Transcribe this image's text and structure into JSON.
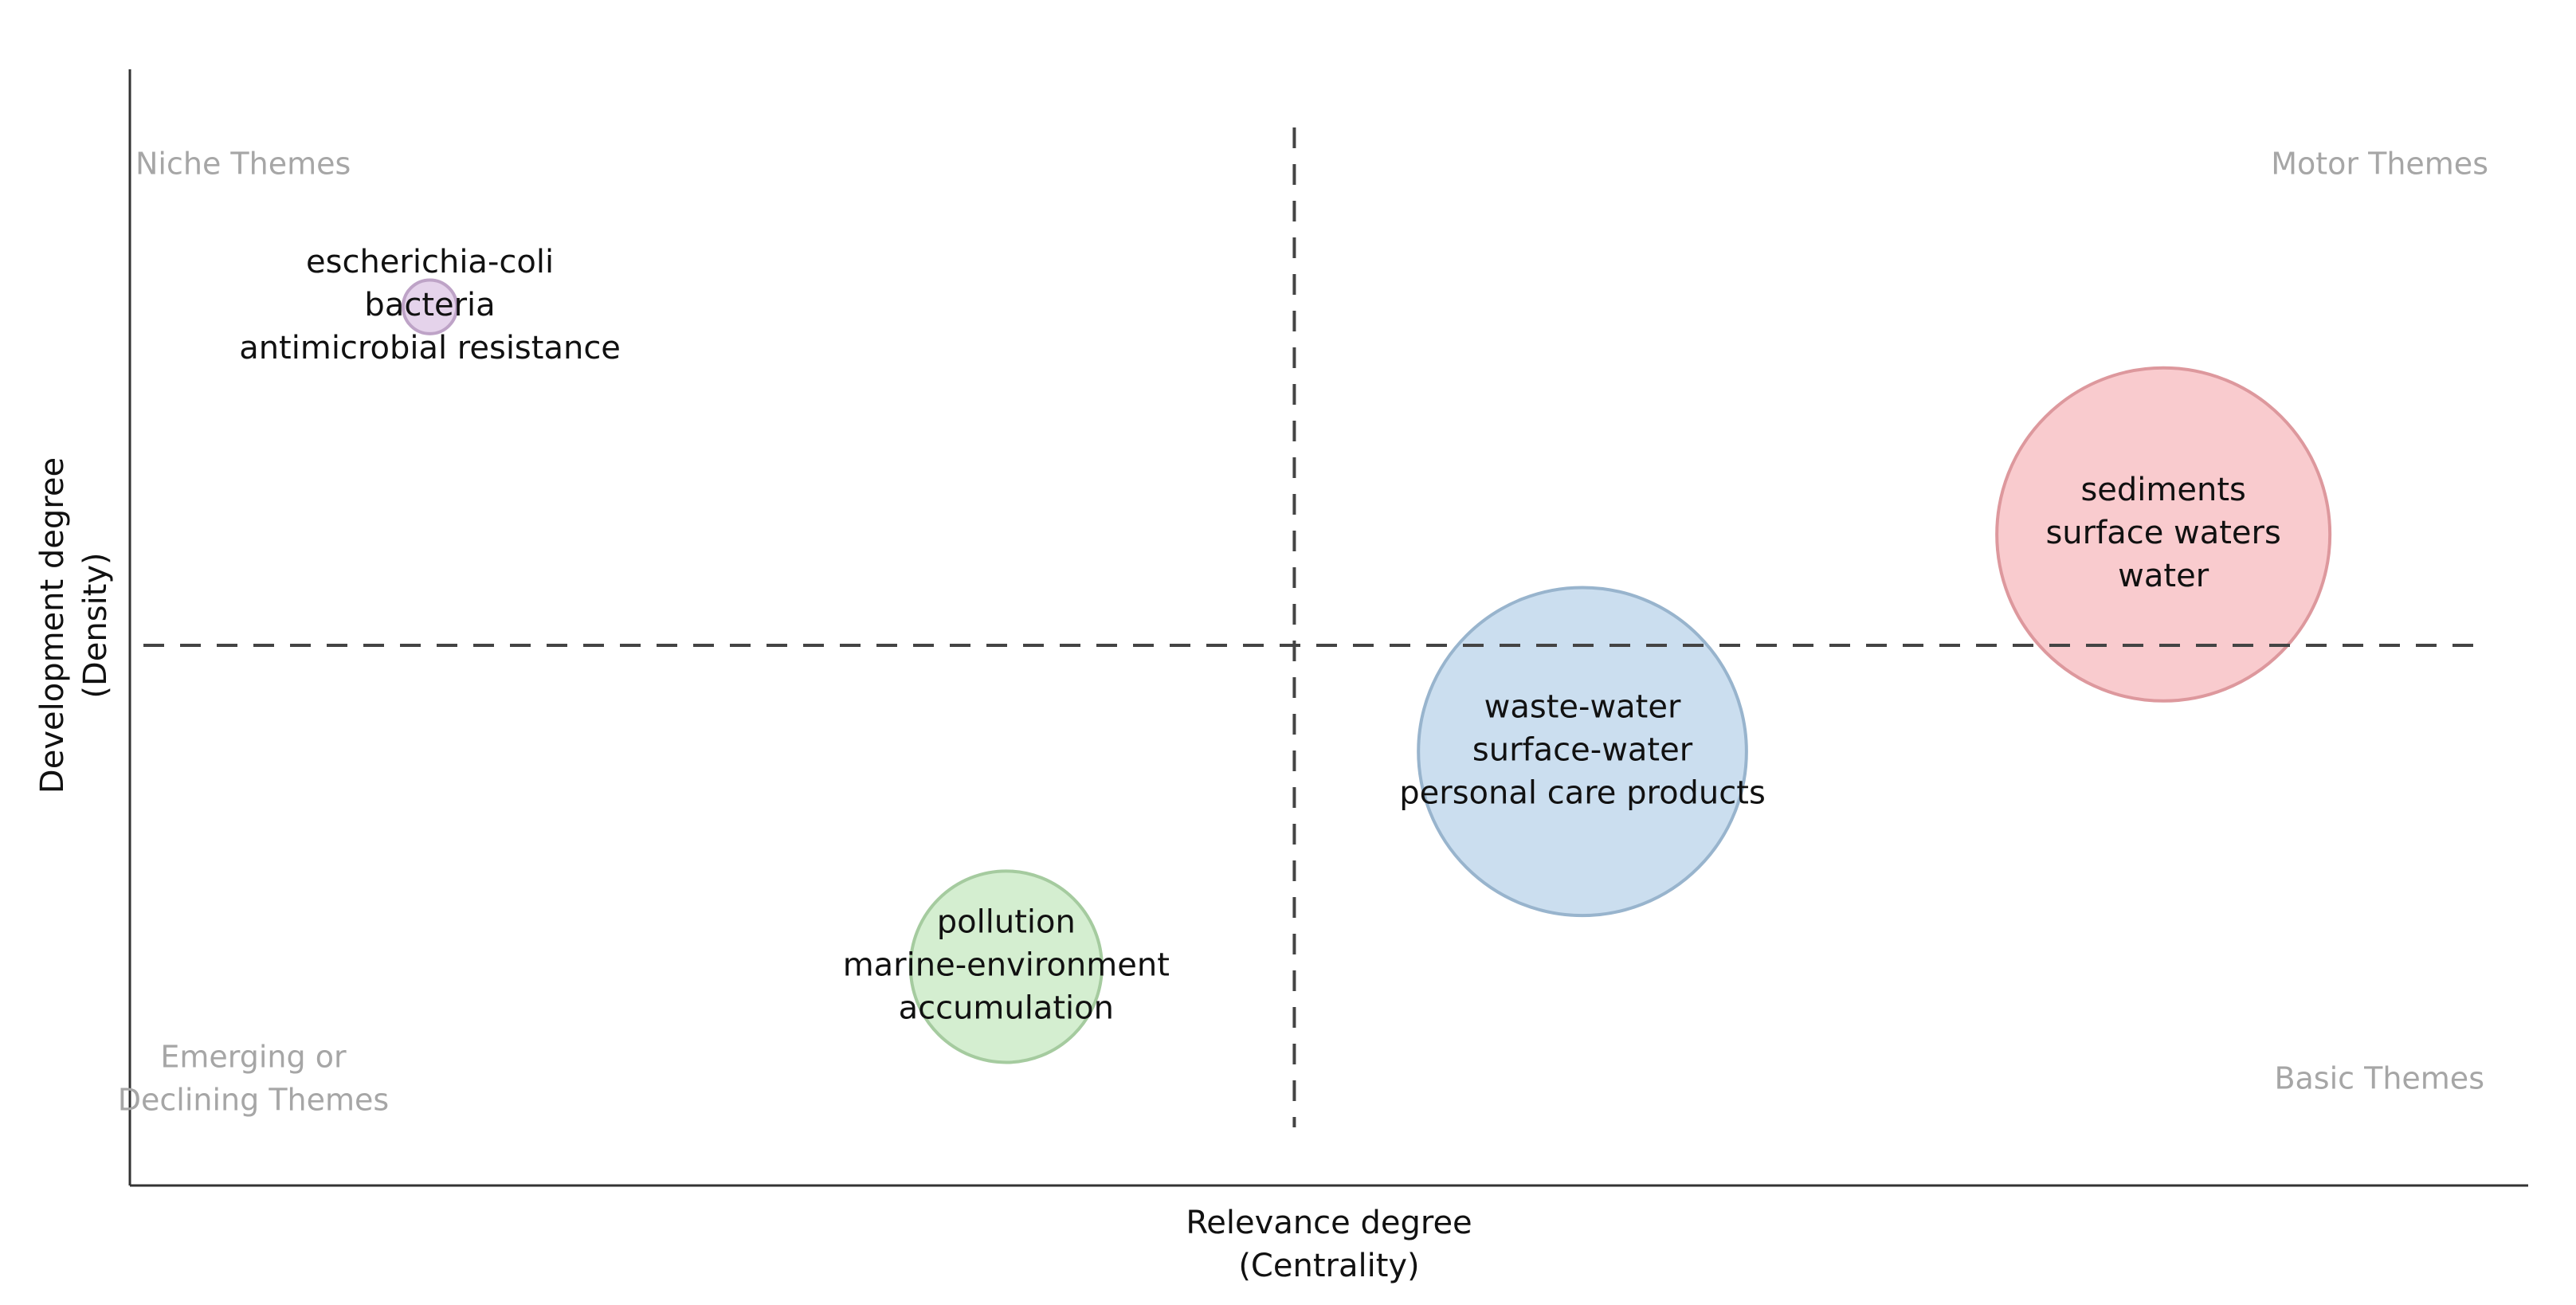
{
  "chart_data": {
    "type": "scatter",
    "subtype": "thematic-map-bubble",
    "xlabel": [
      "Relevance degree",
      "(Centrality)"
    ],
    "ylabel": [
      "Development degree",
      "(Density)"
    ],
    "quadrant_labels": {
      "top_left": [
        "Niche Themes"
      ],
      "top_right": [
        "Motor Themes"
      ],
      "bottom_left": [
        "Emerging or",
        "Declining Themes"
      ],
      "bottom_right": [
        "Basic Themes"
      ]
    },
    "xlim": [
      0,
      100
    ],
    "ylim": [
      0,
      100
    ],
    "threshold_x": 49.3,
    "threshold_y": 50.0,
    "grid": false,
    "clusters": [
      {
        "terms": [
          "escherichia-coli",
          "bacteria",
          "antimicrobial resistance"
        ],
        "x": 12.4,
        "y": 85.7,
        "size": 2.6,
        "color": "#d3b5dd"
      },
      {
        "terms": [
          "sediments",
          "surface waters",
          "water"
        ],
        "x": 86.4,
        "y": 61.7,
        "size": 100,
        "color": "#f5a9ae"
      },
      {
        "terms": [
          "waste-water",
          "surface-water",
          "personal care products"
        ],
        "x": 61.6,
        "y": 38.8,
        "size": 97,
        "color": "#a9c8e4"
      },
      {
        "terms": [
          "pollution",
          "marine-environment",
          "accumulation"
        ],
        "x": 37.0,
        "y": 16.1,
        "size": 33,
        "color": "#b7e2b1"
      }
    ]
  }
}
